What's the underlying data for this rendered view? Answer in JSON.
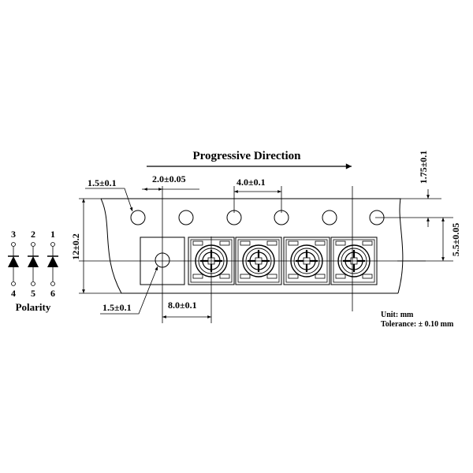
{
  "title": "Progressive Direction",
  "dimensions": {
    "hole_dia_top": "1.5±0.1",
    "hole_to_pocket": "2.0±0.05",
    "hole_pitch": "4.0±0.1",
    "edge_to_hole": "1.75±0.1",
    "tape_width": "12±0.2",
    "hole_to_center": "5.5±0.05",
    "pocket_hole_dia": "1.5±0.1",
    "pocket_pitch": "8.0±0.1"
  },
  "polarity": {
    "label": "Polarity",
    "top_pins": [
      "3",
      "2",
      "1"
    ],
    "bottom_pins": [
      "4",
      "5",
      "6"
    ]
  },
  "notes": {
    "unit": "Unit: mm",
    "tolerance": "Tolerance: ± 0.10 mm"
  }
}
